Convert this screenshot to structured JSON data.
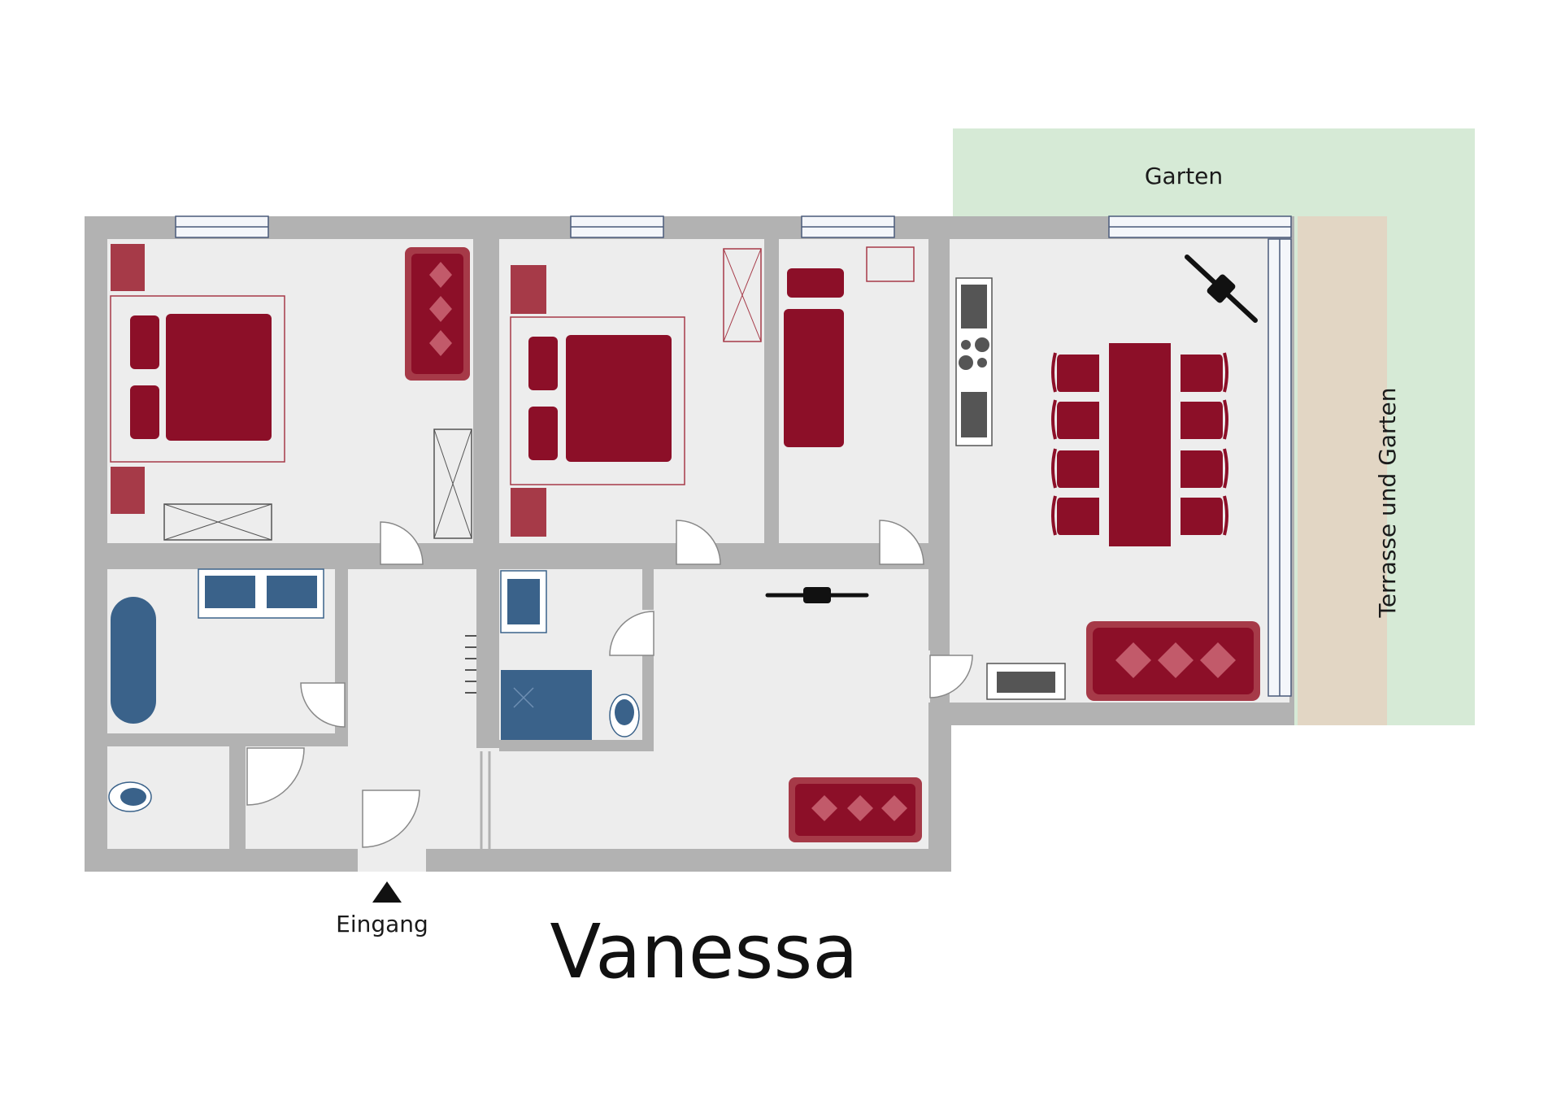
{
  "labels": {
    "garden": "Garten",
    "terrace": "Terrasse und Garten",
    "entrance": "Eingang",
    "title": "Vanessa"
  },
  "colors": {
    "wall": "#b2b2b2",
    "floor": "#ededed",
    "furniture_red": "#8c0f28",
    "furniture_red_light": "#a63a48",
    "furniture_blue": "#3a628a",
    "garden_green": "#d6ead6",
    "terrace_beige": "#e2d6c4",
    "appliance_dark": "#555555"
  },
  "icons": [
    "bed-icon",
    "nightstand-icon",
    "armchair-icon",
    "sofa-icon",
    "wardrobe-icon",
    "dining-table-icon",
    "chair-icon",
    "stove-icon",
    "sink-icon",
    "fireplace-icon",
    "bathtub-icon",
    "washbasin-icon",
    "toilet-icon",
    "shower-icon",
    "ceiling-fan-icon",
    "window-icon",
    "door-icon",
    "entrance-arrow-icon"
  ]
}
